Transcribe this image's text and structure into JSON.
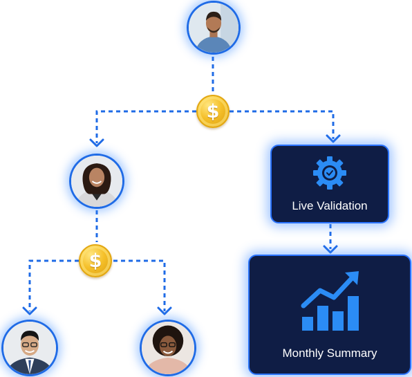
{
  "diagram": {
    "nodes": [
      {
        "id": "person-top",
        "kind": "avatar"
      },
      {
        "id": "coin-top",
        "kind": "coin",
        "symbol": "$"
      },
      {
        "id": "person-middle",
        "kind": "avatar"
      },
      {
        "id": "coin-lower",
        "kind": "coin",
        "symbol": "$"
      },
      {
        "id": "person-bottom-left",
        "kind": "avatar"
      },
      {
        "id": "person-bottom-right",
        "kind": "avatar"
      },
      {
        "id": "live-validation",
        "kind": "card",
        "label": "Live Validation",
        "icon": "gear-check-icon"
      },
      {
        "id": "monthly-summary",
        "kind": "card",
        "label": "Monthly Summary",
        "icon": "bar-chart-trend-icon"
      }
    ],
    "edges": [
      {
        "from": "person-top",
        "to": "coin-top"
      },
      {
        "from": "coin-top",
        "to": "person-middle"
      },
      {
        "from": "coin-top",
        "to": "live-validation"
      },
      {
        "from": "person-middle",
        "to": "coin-lower"
      },
      {
        "from": "coin-lower",
        "to": "person-bottom-left"
      },
      {
        "from": "coin-lower",
        "to": "person-bottom-right"
      },
      {
        "from": "live-validation",
        "to": "monthly-summary"
      }
    ]
  },
  "colors": {
    "connector": "#1f6be6",
    "card_bg": "#0f1d45",
    "card_border": "#2a73ff",
    "coin_gold": "#f5c02a",
    "icon_blue": "#2b8cf5"
  },
  "coin_symbol": "$",
  "cards": {
    "live_validation": "Live Validation",
    "monthly_summary": "Monthly Summary"
  }
}
